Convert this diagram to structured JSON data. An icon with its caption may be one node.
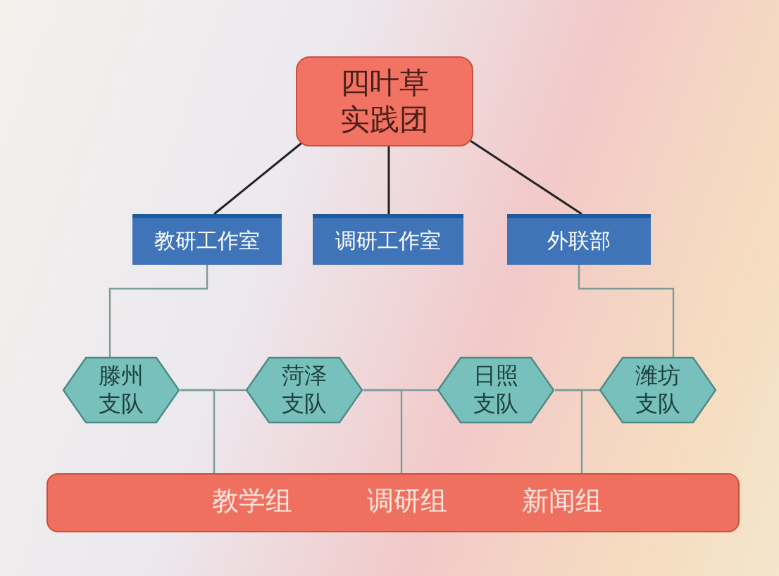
{
  "diagram": {
    "nodes": [
      {
        "text": [
          "四叶草实践团"
        ]
      },
      {
        "text": [
          "教研工作室"
        ]
      },
      {
        "text": [
          "调研工作室"
        ]
      },
      {
        "text": [
          "外联部"
        ]
      },
      {
        "text": [
          "滕州支队"
        ]
      },
      {
        "text": [
          "菏泽支队"
        ]
      },
      {
        "text": [
          "日照支队"
        ]
      },
      {
        "text": [
          "潍坊支队"
        ]
      },
      {
        "text": [
          "教学组",
          "调研组",
          "新闻组"
        ]
      }
    ],
    "edges": [
      {
        "from": 0,
        "to": 1,
        "arrow": "none",
        "color": "#222222"
      },
      {
        "from": 0,
        "to": 2,
        "arrow": "none",
        "color": "#222222"
      },
      {
        "from": 0,
        "to": 3,
        "arrow": "none",
        "color": "#222222"
      },
      {
        "from": 1,
        "to": 4,
        "arrow": "none"
      },
      {
        "from": 3,
        "to": 7,
        "arrow": "none"
      },
      {
        "from": 4,
        "to": 5,
        "arrow": "none"
      },
      {
        "from": 5,
        "to": 6,
        "arrow": "none"
      },
      {
        "from": 6,
        "to": 7,
        "arrow": "none"
      },
      {
        "from": 4,
        "to": 8,
        "arrow": "none"
      },
      {
        "from": 5,
        "to": 8,
        "arrow": "none"
      },
      {
        "from": 6,
        "to": 8,
        "arrow": "none"
      }
    ]
  }
}
